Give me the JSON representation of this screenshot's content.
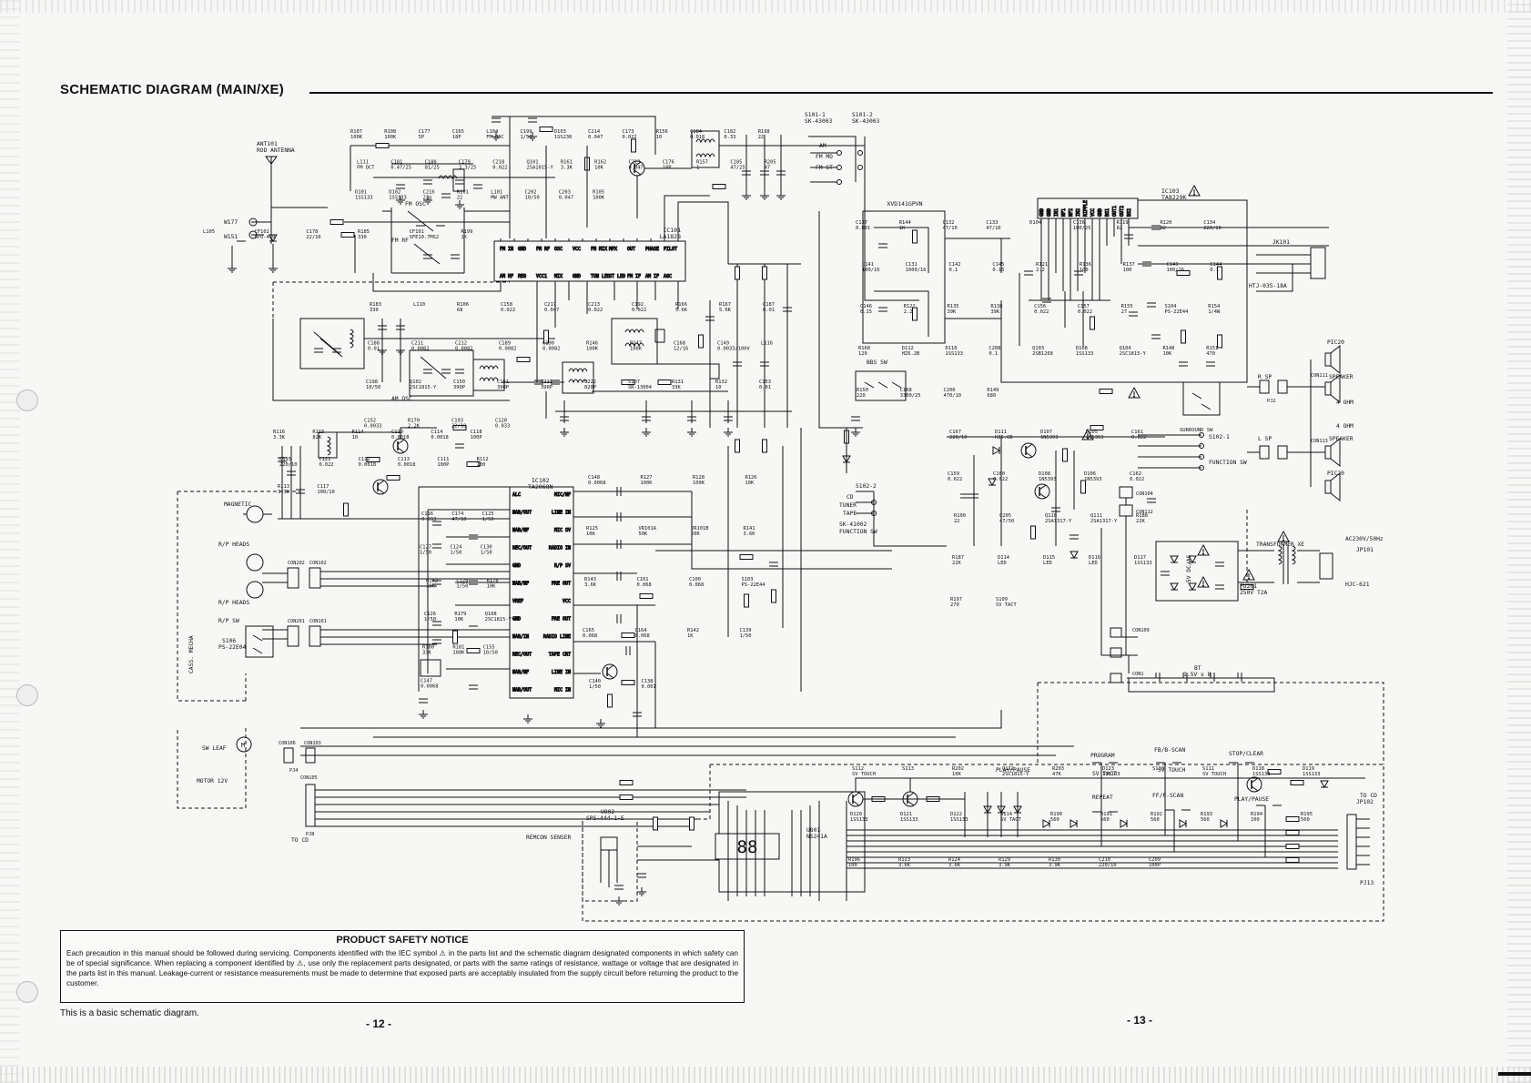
{
  "title": "SCHEMATIC DIAGRAM (MAIN/XE)",
  "notice": {
    "heading": "PRODUCT SAFETY NOTICE",
    "body": "Each precaution in this manual should be followed during servicing. Components identified with the IEC symbol ⚠ in the parts list and the schematic diagram designated components in which safety can be of special significance. When replacing a component identified by ⚠, use only the replacement parts designated, or parts with the same ratings of resistance, wattage or voltage that are designated in the parts list in this manual. Leakage-current or resistance measurements must be made to determine that exposed parts are acceptably insulated from the supply circuit before returning the product to the customer."
  },
  "footnote": "This is a basic schematic diagram.",
  "page_numbers": {
    "left": "- 12 -",
    "right": "- 13 -"
  },
  "icons": {
    "warning": "warning-triangle-icon",
    "speaker": "speaker-icon",
    "antenna": "antenna-icon",
    "motor": "motor-icon",
    "display": "seven-segment-display-icon"
  },
  "labels": {
    "ant": "ANT101\nROD ANTENNA",
    "ic101": "IC101\nLA1828",
    "ic102": "IC102\nTA2068N",
    "ic103": "IC103\nTA8229K",
    "ic_vol": "XVD141GPVN",
    "jk101": "JK101",
    "jk_code": "HTJ-035-18A",
    "pic_x2": "PIC20",
    "speaker_r": "SPEAKER",
    "ohm_r": "4 OHM",
    "ohm_l": "4 OHM",
    "speaker_l": "SPEAKER",
    "pic_x1": "PIC20",
    "r_sp": "R SP",
    "l_sp": "L SP",
    "bbs_sw": "BBS SW",
    "surround_sw": "SURROUND SW",
    "function_sw": "FUNCTION SW",
    "function_sw2": "FUNCTION SW",
    "s102_1": "S102-1",
    "s102_2": "S102-2",
    "sk_41002": "SK-41002",
    "cd": "CD",
    "tuner": "TUNER",
    "tape": "TAPE",
    "transformer": "TRANSFORMER XE",
    "ac_in": "AC230V/50Hz",
    "jp101": "JP101",
    "hjc": "HJC-621",
    "fuse": "FU201\n250V T2A",
    "bt": "BT\n1.5V x 8",
    "magnetic": "MAGNETIC",
    "rp_heads_1": "R/P HEADS",
    "rp_heads_2": "R/P HEADS",
    "rp_sw": "R/P SW",
    "s106": "S106\nPS-22E04",
    "cass_mecha": "CASS. MECHA",
    "sw_leaf": "SW LEAF",
    "motor": "MOTOR 12V",
    "to_cd": "TO CD",
    "remcon": "REMCON SENSER",
    "u802": "U802\nSPS-444-1-E",
    "u801": "U801\nNS241A",
    "fm_am": "AM\nFM MO\nFM ST",
    "s101": "S101-1\nSK-43003",
    "s101b": "S101-2\nSK-43003",
    "w177": "W177",
    "w151": "W151",
    "fm_osc": "FM OSC",
    "fm_rf": "FM RF",
    "am_osc": "AM OSC",
    "pwr": "5V DC/AC",
    "program": "PROGRAM",
    "play_pause": "PLAY/PAUSE",
    "repeat": "REPEAT",
    "fb_scan": "FB/B-SCAN",
    "ff_scan": "FF/F-SCAN",
    "stop_clear": "STOP/CLEAR",
    "sv_tact": "SV TACT",
    "sv_touch": "SV TOUCH",
    "play_pause2": "PLAY/PAUSE",
    "to_cd2": "TO CD\nJP102",
    "pj13": "PJ13",
    "digits": "88"
  },
  "ic101_pins": [
    "FM IN",
    "GND",
    "FM RF",
    "OSC",
    "VCC",
    "FM MIX",
    "MPX",
    "OUT",
    "PHASE",
    "PILOT",
    "AM RF",
    "REG",
    "VCC1",
    "MIX",
    "GND",
    "TUN LED",
    "ST LED",
    "FM IF",
    "AM IF",
    "AGC"
  ],
  "ic102_pins": [
    "ALC",
    "NAB/OUT",
    "NAB/NF",
    "REC/OUT",
    "GND",
    "NAB/NF",
    "VREF",
    "GND",
    "NAB/IN",
    "REC/OUT",
    "NAB/NF",
    "NAB/OUT",
    "MIC/NF",
    "LINE IN",
    "MIC SV",
    "RADIO IN",
    "R/P SV",
    "PRE OUT",
    "VCC",
    "PRE OUT",
    "RADIO LINE",
    "TAPE CRT",
    "LINE IN",
    "MIC IN"
  ],
  "ic103_pins": [
    "GND",
    "GND",
    "IN1",
    "NF1",
    "NF2",
    "IN2",
    "RIPPLE",
    "VCC",
    "GND",
    "BS1",
    "OUT1",
    "OUT2",
    "BS2"
  ],
  "components": [
    "R107 100K",
    "R108 100K",
    "C177 5P",
    "C165 18P",
    "L104 FM OSC",
    "C199 1/50",
    "D103 1SS236",
    "C214 0.047",
    "C173 0.022",
    "R156 10",
    "C184 0.018",
    "C182 0.33",
    "R198 22",
    "L111 FM DCT",
    "C181 0.47/25",
    "C180 81/25",
    "C179 3.3/25",
    "C218 0.022",
    "Q101 2SA1015-Y",
    "R161 3.3K",
    "R162 10K",
    "C223 0.047",
    "C176 18P",
    "R157 1",
    "C185 47/25",
    "R205 47",
    "D101 1SS133",
    "D102 1SS133",
    "C216 22p",
    "R101 22",
    "L101 MW ANT",
    "C202 10/50",
    "C203 0.047",
    "R105 100K",
    "L105",
    "CF102 SFU-400",
    "C178 22/10",
    "R185 330",
    "CF101 SFE10.7MS2",
    "R199 1K",
    "R183 330",
    "L110",
    "R106 68",
    "C158 0.022",
    "C217 0.047",
    "C213 0.022",
    "C192 0.022",
    "R166 5.6K",
    "R167 5.6K",
    "C187 0.01",
    "C188 0.01",
    "C211 0.0082",
    "C212 0.0082",
    "C189 0.0082",
    "C190 0.0082",
    "R146 100K",
    "R147 100K",
    "C168 12/16",
    "C149 0.0033/100V",
    "L116",
    "C198 10/50",
    "Q102 2SC1815-Y",
    "C150 390P",
    "C151 390P",
    "C221 390P",
    "C222 820P",
    "S107 SK-13004",
    "R131 33K",
    "R132 10",
    "C153 0.01",
    "C152 0.0033",
    "R170 2.2K",
    "C193 22/10",
    "C120 0.033",
    "R116 3.3K",
    "R115 82K",
    "R114 10",
    "C119 0.0018",
    "C114 0.0018",
    "C118 100P",
    "C115 220/10",
    "C121 0.022",
    "C112 0.0018",
    "C113 0.0018",
    "C111 100P",
    "R112 100",
    "R113 3.3K",
    "C117 100/10",
    "C116 0.033",
    "C174 47/10",
    "C125 1/50",
    "C127 1/50",
    "C124 1/50",
    "C130 1/50",
    "R182 10K",
    "C128 1/50",
    "R178 10K",
    "C126 1/50",
    "R179 10K",
    "Q108 2SC1815-Y",
    "R180 33K",
    "R181 100K",
    "C155 10/50",
    "C147 0.0068",
    "C148 0.0068",
    "R127 100K",
    "R128 100K",
    "R126 10K",
    "R125 10K",
    "VR101A 50K",
    "VR101B 50K",
    "R141 3.6K",
    "R143 3.6K",
    "C101 0.068",
    "C100 0.068",
    "S103 PS-22E44",
    "C165 0.068",
    "C164 0.068",
    "R142 1K",
    "C139 1/50",
    "C140 1/50",
    "C138 0.001",
    "C137 0.001",
    "R144 1K",
    "C132 47/10",
    "C133 47/10",
    "D104",
    "C136 100/25",
    "R119 82",
    "R120 82",
    "C134 220/10",
    "C141 100/16",
    "C131 1000/16",
    "C142 0.1",
    "C145 0.15",
    "R121 2.2",
    "R136 100",
    "R137 100",
    "C143 100/16",
    "C144 0.1",
    "C146 0.15",
    "R122 2.2",
    "R135 39K",
    "R138 39K",
    "C156 0.022",
    "C157 0.022",
    "R155 27",
    "S104 PS-22E44",
    "R154 1/4W",
    "R168 120",
    "D112 HZ6.2B",
    "D110 1SS133",
    "C208 0.1",
    "Q103 2SB1268",
    "D108 1SS133",
    "Q104 2SC1815-Y",
    "R148 10K",
    "R151 470",
    "R150 220",
    "C168 3300/25",
    "C200 470/10",
    "R149 680",
    "C167 220/10",
    "D111 HZ5.6B",
    "D107 1N5393",
    "D105 1N5393",
    "C161 0.022",
    "C159 0.022",
    "C160 0.022",
    "D108 1N5393",
    "D106 1N5393",
    "C162 0.022",
    "R100 22",
    "C205 47/50",
    "Q110 2SA1317-Y",
    "Q111 2SA1317-Y",
    "R188 22K",
    "R187 22K",
    "D114 LED",
    "D115 LED",
    "D116 LED",
    "D117 1SS133",
    "R197 270",
    "S109 SV TACT",
    "S112 SV TOUCH",
    "S113",
    "R202 10K",
    "Q112 2SC1815-Y",
    "R203 47K",
    "D123 1SS133",
    "S110",
    "S111 SV TOUCH",
    "D118 1SS133",
    "D119 1SS133",
    "D120 1SS133",
    "D121 1SS133",
    "D122 1SS133",
    "S114 SV TACT",
    "R190 560",
    "R191 560",
    "R192 560",
    "R193 560",
    "R194 100",
    "R195 560",
    "R196 100",
    "R123 3.6K",
    "R124 3.6K",
    "R129 3.9K",
    "R130 3.9K",
    "C210 220/10",
    "C209 100P"
  ],
  "connectors": [
    "CON202",
    "CON102",
    "CON201",
    "CON101",
    "CON106",
    "CON103",
    "CON105",
    "CON104",
    "CON111",
    "CON112",
    "CON113",
    "CON109",
    "CON1",
    "PJ2",
    "PJ4",
    "PJ8"
  ]
}
